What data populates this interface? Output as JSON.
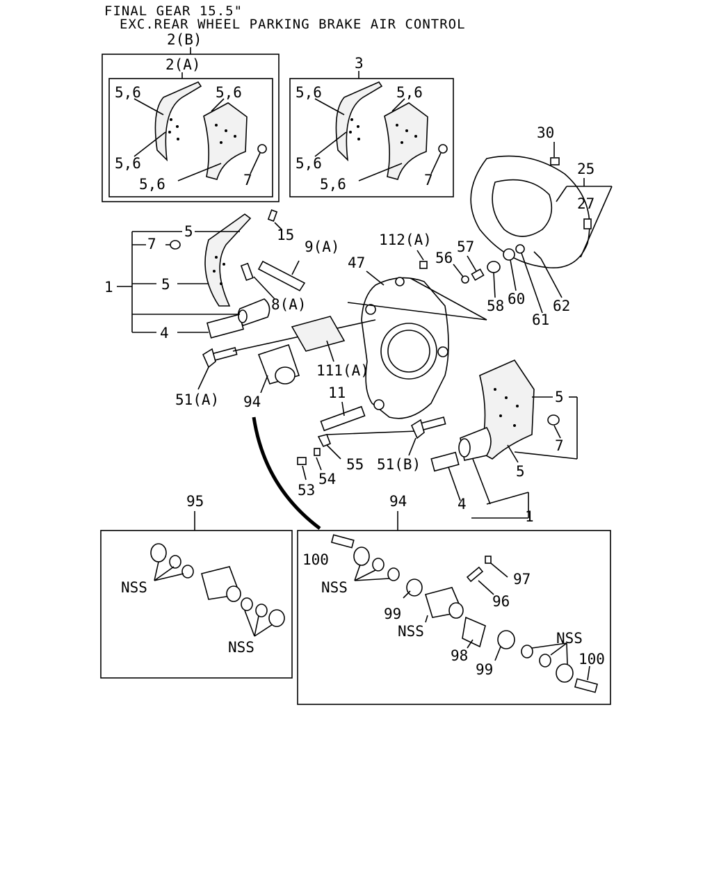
{
  "header": {
    "line1": "FINAL GEAR 15.5\"",
    "line2": "EXC.REAR WHEEL PARKING BRAKE AIR CONTROL"
  },
  "labels": {
    "l2b": "2(B)",
    "l2a": "2(A)",
    "l3": "3",
    "l56a": "5,6",
    "l56b": "5,6",
    "l56c": "5,6",
    "l56d": "5,6",
    "l56e": "5,6",
    "l56f": "5,6",
    "l56g": "5,6",
    "l56h": "5,6",
    "l7a": "7",
    "l7b": "7",
    "l7c": "7",
    "l7d": "7",
    "l5a": "5",
    "l5b": "5",
    "l5c": "5",
    "l5d": "5",
    "l1a": "1",
    "l1b": "1",
    "l4a": "4",
    "l4b": "4",
    "l15": "15",
    "l9a": "9(A)",
    "l8a": "8(A)",
    "l47": "47",
    "l112a": "112(A)",
    "l56": "56",
    "l57": "57",
    "l58": "58",
    "l60": "60",
    "l61": "61",
    "l62": "62",
    "l30": "30",
    "l25": "25",
    "l27": "27",
    "l111a": "111(A)",
    "l51a": "51(A)",
    "l51b": "51(B)",
    "l94a": "94",
    "l94b": "94",
    "l11": "11",
    "l55": "55",
    "l54": "54",
    "l53": "53",
    "l95": "95",
    "l100a": "100",
    "l100b": "100",
    "l97": "97",
    "l96": "96",
    "l99a": "99",
    "l99b": "99",
    "l98": "98",
    "nss1": "NSS",
    "nss2": "NSS",
    "nss3": "NSS",
    "nss4": "NSS",
    "nss5": "NSS"
  }
}
